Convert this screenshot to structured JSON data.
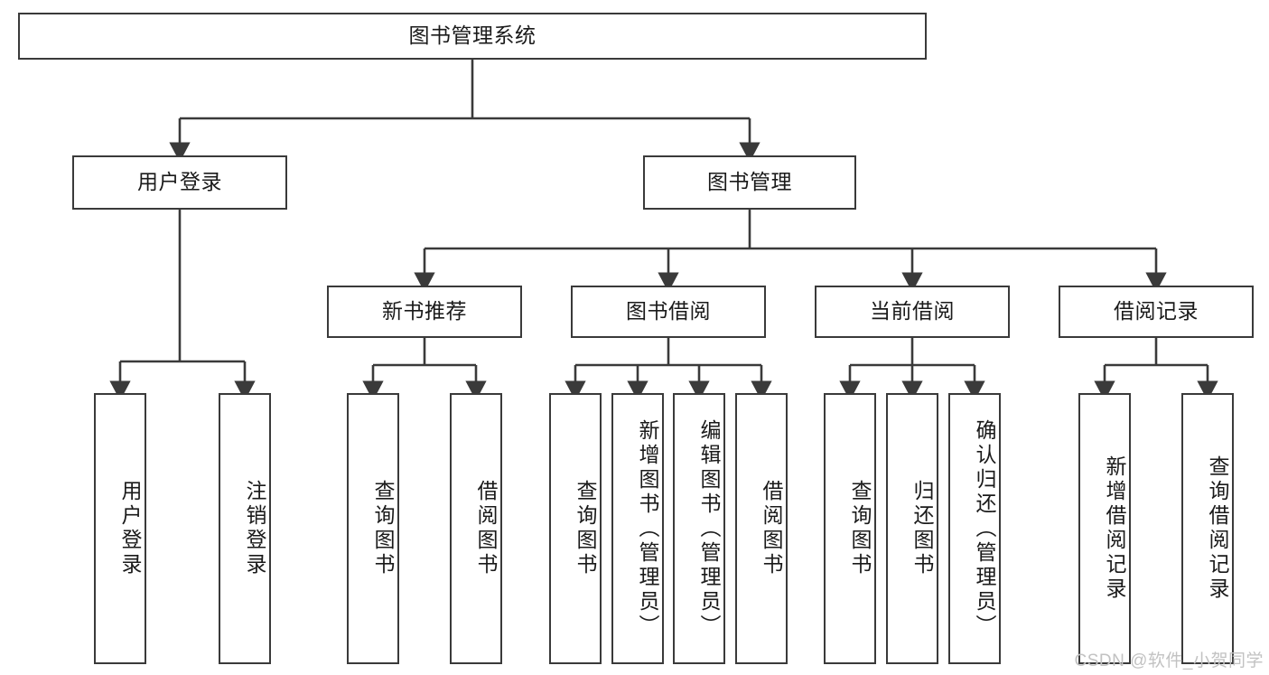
{
  "diagram": {
    "title": "图书管理系统",
    "type": "hierarchy-tree",
    "colors": {
      "node_border": "#3a3a3a",
      "node_fill": "#ffffff",
      "edge": "#3a3a3a",
      "text": "#1a1a1a",
      "watermark": "#c2c2c2",
      "background": "#ffffff"
    },
    "root": {
      "label": "图书管理系统"
    },
    "level2": [
      {
        "label": "用户登录"
      },
      {
        "label": "图书管理"
      }
    ],
    "level3": [
      {
        "label": "新书推荐"
      },
      {
        "label": "图书借阅"
      },
      {
        "label": "当前借阅"
      },
      {
        "label": "借阅记录"
      }
    ],
    "leaves": {
      "user_login": [
        {
          "label": "用户登录"
        },
        {
          "label": "注销登录"
        }
      ],
      "new_book_recommend": [
        {
          "label": "查询图书"
        },
        {
          "label": "借阅图书"
        }
      ],
      "book_borrow": [
        {
          "label": "查询图书"
        },
        {
          "label": "新增图书（管理员）"
        },
        {
          "label": "编辑图书（管理员）"
        },
        {
          "label": "借阅图书"
        }
      ],
      "current_borrow": [
        {
          "label": "查询图书"
        },
        {
          "label": "归还图书"
        },
        {
          "label": "确认归还（管理员）"
        }
      ],
      "borrow_record": [
        {
          "label": "新增借阅记录"
        },
        {
          "label": "查询借阅记录"
        }
      ]
    }
  },
  "watermark": {
    "text": "CSDN @软件_小贺同学"
  }
}
